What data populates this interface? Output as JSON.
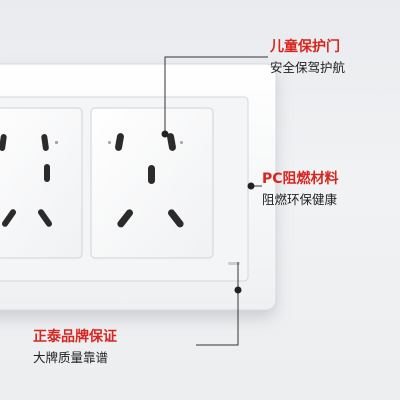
{
  "callouts": {
    "top": {
      "title": "儿童保护门",
      "subtitle": "安全保驾护航"
    },
    "right": {
      "title": "PC阻燃材料",
      "subtitle": "阻燃环保健康"
    },
    "bottom": {
      "title": "正泰品牌保证",
      "subtitle": "大牌质量靠谱"
    }
  },
  "colors": {
    "accent": "#d8261f",
    "panel": "#f7f8f9",
    "socket_face": "#fbfbfb",
    "holes": "#2b2b2b"
  }
}
